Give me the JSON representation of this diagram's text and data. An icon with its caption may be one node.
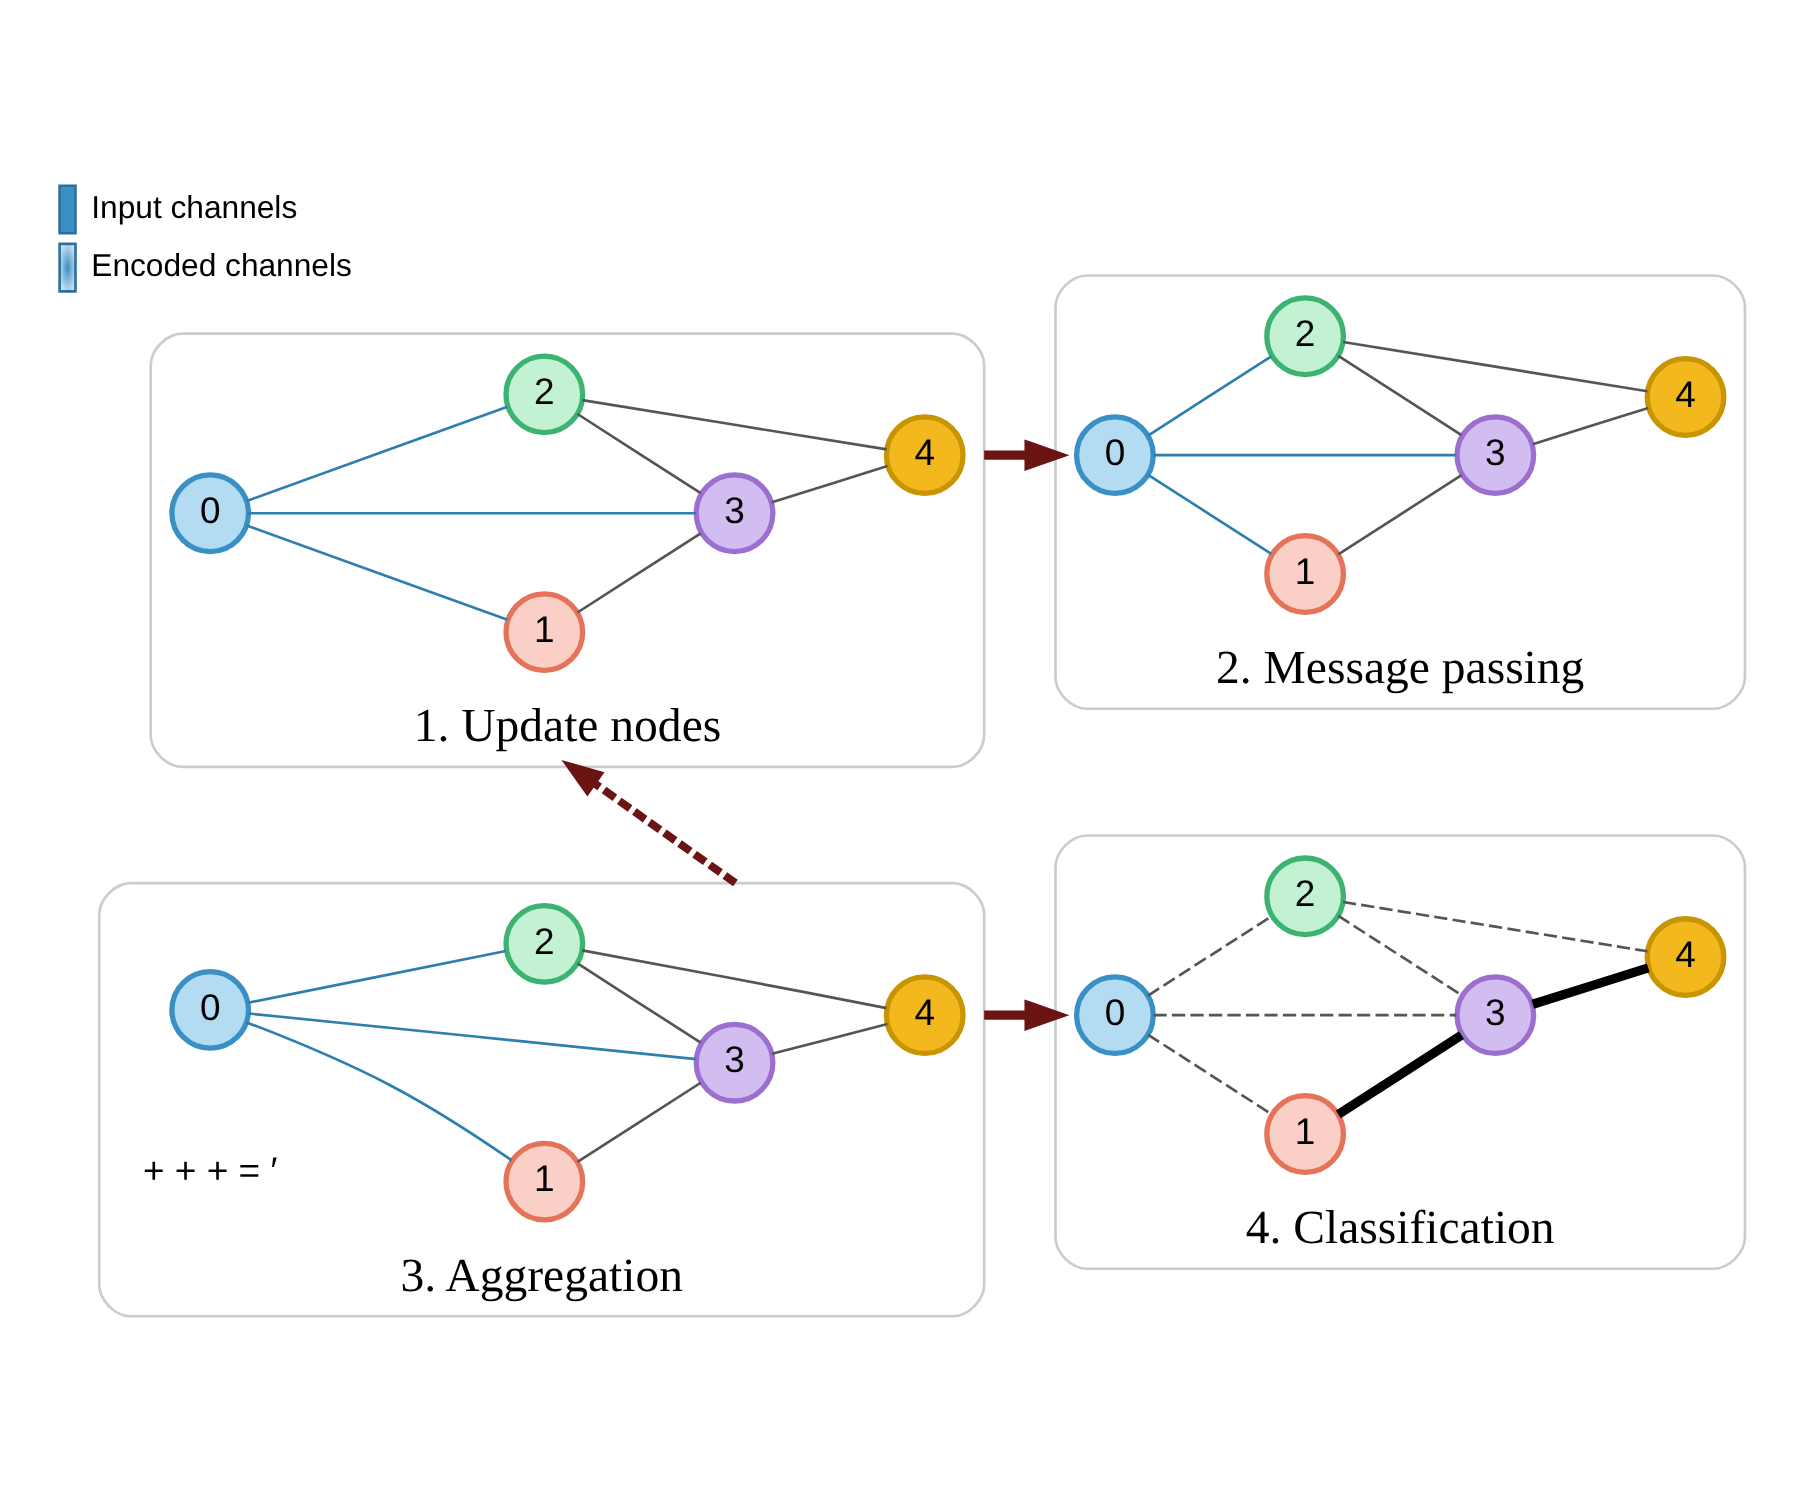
{
  "diagram": {
    "nodes": [
      {
        "text": [
          "1. Update nodes"
        ]
      },
      {
        "text": [
          "0"
        ],
        "in": 0
      },
      {
        "text": [
          "1"
        ],
        "in": 0
      },
      {
        "text": [
          "2"
        ],
        "in": 0
      },
      {
        "text": [
          "3"
        ],
        "in": 0
      },
      {
        "text": [
          "4"
        ],
        "in": 0
      },
      {
        "text": [
          "2. Message passing"
        ]
      },
      {
        "text": [
          "0"
        ],
        "in": 6
      },
      {
        "text": [
          "1"
        ],
        "in": 6
      },
      {
        "text": [
          "2"
        ],
        "in": 6
      },
      {
        "text": [
          "3"
        ],
        "in": 6
      },
      {
        "text": [
          "4"
        ],
        "in": 6
      },
      {
        "text": [
          "3. Aggregation"
        ]
      },
      {
        "text": [
          "0"
        ],
        "in": 12
      },
      {
        "text": [
          "1"
        ],
        "in": 12
      },
      {
        "text": [
          "2"
        ],
        "in": 12
      },
      {
        "text": [
          "3"
        ],
        "in": 12
      },
      {
        "text": [
          "4"
        ],
        "in": 12
      },
      {
        "text": [
          "4. Classification"
        ]
      },
      {
        "text": [
          "0"
        ],
        "in": 18
      },
      {
        "text": [
          "1"
        ],
        "in": 18
      },
      {
        "text": [
          "2"
        ],
        "in": 18
      },
      {
        "text": [
          "3"
        ],
        "in": 18
      },
      {
        "text": [
          "4"
        ],
        "in": 18
      }
    ],
    "edges": [
      {
        "from": 1,
        "to": 2,
        "arrow": "none",
        "color": "#2e7fae"
      },
      {
        "from": 1,
        "to": 3,
        "arrow": "none",
        "color": "#2e7fae"
      },
      {
        "from": 1,
        "to": 4,
        "arrow": "none",
        "color": "#2e7fae"
      },
      {
        "from": 2,
        "to": 4,
        "arrow": "none"
      },
      {
        "from": 3,
        "to": 4,
        "arrow": "none"
      },
      {
        "from": 3,
        "to": 5,
        "arrow": "none"
      },
      {
        "from": 4,
        "to": 5,
        "arrow": "none"
      },
      {
        "from": 7,
        "to": 8,
        "arrow": "none",
        "color": "#2e7fae"
      },
      {
        "from": 7,
        "to": 9,
        "arrow": "none",
        "color": "#2e7fae"
      },
      {
        "from": 7,
        "to": 10,
        "arrow": "none",
        "color": "#2e7fae"
      },
      {
        "from": 8,
        "to": 10,
        "arrow": "none"
      },
      {
        "from": 9,
        "to": 10,
        "arrow": "none"
      },
      {
        "from": 9,
        "to": 11,
        "arrow": "none"
      },
      {
        "from": 10,
        "to": 11,
        "arrow": "none"
      },
      {
        "from": 13,
        "to": 14,
        "arrow": "none",
        "color": "#2e7fae"
      },
      {
        "from": 13,
        "to": 15,
        "arrow": "none",
        "color": "#2e7fae"
      },
      {
        "from": 13,
        "to": 16,
        "arrow": "none",
        "color": "#2e7fae"
      },
      {
        "from": 14,
        "to": 16,
        "arrow": "none"
      },
      {
        "from": 15,
        "to": 16,
        "arrow": "none"
      },
      {
        "from": 15,
        "to": 17,
        "arrow": "none"
      },
      {
        "from": 16,
        "to": 17,
        "arrow": "none"
      },
      {
        "from": 19,
        "to": 20,
        "arrow": "none",
        "style": "dashed"
      },
      {
        "from": 19,
        "to": 21,
        "arrow": "none",
        "style": "dashed"
      },
      {
        "from": 19,
        "to": 22,
        "arrow": "none",
        "style": "dashed"
      },
      {
        "from": 20,
        "to": 22,
        "arrow": "none",
        "style": "thick",
        "color": "#000000"
      },
      {
        "from": 21,
        "to": 22,
        "arrow": "none",
        "style": "dashed"
      },
      {
        "from": 21,
        "to": 23,
        "arrow": "none",
        "style": "dashed"
      },
      {
        "from": 22,
        "to": 23,
        "arrow": "none",
        "style": "thick",
        "color": "#000000"
      },
      {
        "from": 0,
        "to": 6,
        "arrow": "to",
        "style": "thick",
        "color": "#6b1414"
      },
      {
        "from": 12,
        "to": 18,
        "arrow": "to",
        "style": "thick",
        "color": "#6b1414"
      },
      {
        "from": 12,
        "to": 0,
        "arrow": "to",
        "style": "dashed",
        "color": "#6b1414"
      }
    ],
    "labels": [
      "+ + + = ′"
    ],
    "legend": [
      {
        "text": "Input channels"
      },
      {
        "text": "Encoded channels"
      }
    ]
  }
}
